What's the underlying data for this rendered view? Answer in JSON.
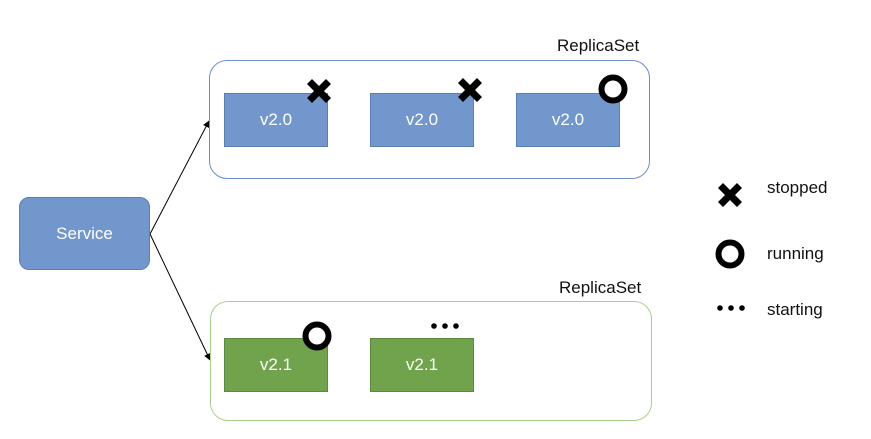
{
  "service": {
    "label": "Service"
  },
  "replicasets": [
    {
      "label": "ReplicaSet",
      "pods": [
        {
          "label": "v2.0",
          "status": "stopped"
        },
        {
          "label": "v2.0",
          "status": "stopped"
        },
        {
          "label": "v2.0",
          "status": "running"
        }
      ]
    },
    {
      "label": "ReplicaSet",
      "pods": [
        {
          "label": "v2.1",
          "status": "running"
        },
        {
          "label": "v2.1",
          "status": "starting"
        }
      ]
    }
  ],
  "legend": {
    "stopped": "stopped",
    "running": "running",
    "starting": "starting"
  },
  "colors": {
    "v20_pod": "#7297cc",
    "v21_pod": "#70a34c",
    "rs1_border": "#6b8fc6",
    "rs2_border": "#a9cf8c"
  }
}
